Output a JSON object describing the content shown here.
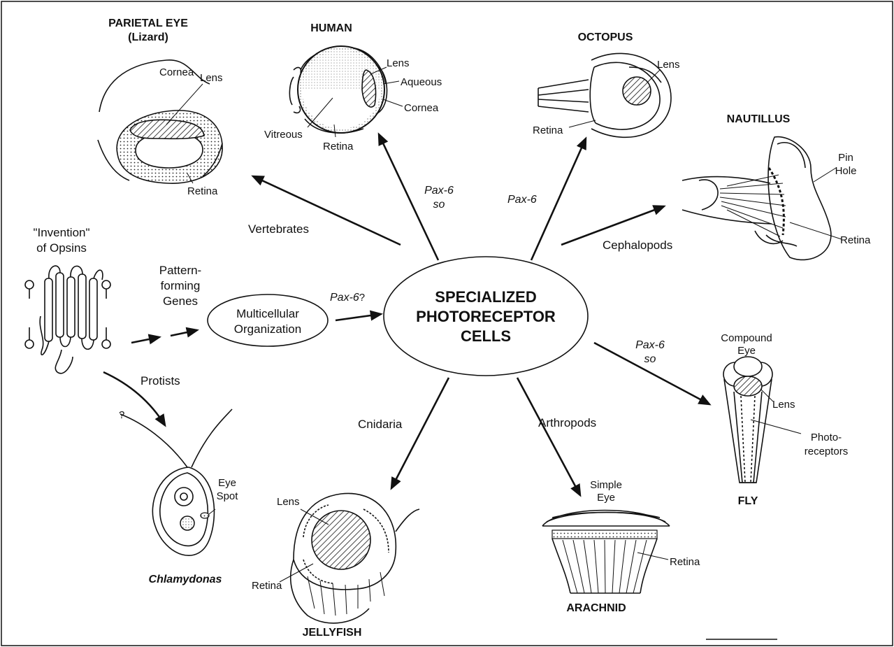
{
  "center": {
    "line1": "SPECIALIZED",
    "line2": "PHOTORECEPTOR",
    "line3": "CELLS"
  },
  "opsins": {
    "line1": "\"Invention\"",
    "line2": "of Opsins"
  },
  "patterning": {
    "line1": "Pattern-",
    "line2": "forming",
    "line3": "Genes"
  },
  "multicellular": {
    "line1": "Multicellular",
    "line2": "Organization"
  },
  "pax6_q": {
    "main": "Pax-6",
    "suffix": "?"
  },
  "protists": {
    "label": "Protists",
    "question": "?"
  },
  "chlamydomonas": {
    "name": "Chlamydonas",
    "eyespot1": "Eye",
    "eyespot2": "Spot"
  },
  "parietal": {
    "title1": "PARIETAL EYE",
    "title2": "(Lizard)",
    "cornea": "Cornea",
    "lens": "Lens",
    "retina": "Retina"
  },
  "human": {
    "title": "HUMAN",
    "lens": "Lens",
    "aqueous": "Aqueous",
    "cornea": "Cornea",
    "vitreous": "Vitreous",
    "retina": "Retina"
  },
  "octopus": {
    "title": "OCTOPUS",
    "lens": "Lens",
    "retina": "Retina"
  },
  "nautilus": {
    "title": "NAUTILLUS",
    "pin1": "Pin",
    "pin2": "Hole",
    "retina": "Retina"
  },
  "fly": {
    "title": "FLY",
    "compound1": "Compound",
    "compound2": "Eye",
    "lens": "Lens",
    "photo1": "Photo-",
    "photo2": "receptors"
  },
  "arachnid": {
    "title": "ARACHNID",
    "simple1": "Simple",
    "simple2": "Eye",
    "retina": "Retina"
  },
  "jellyfish": {
    "title": "JELLYFISH",
    "lens": "Lens",
    "retina": "Retina"
  },
  "arrows": {
    "vertebrates": "Vertebrates",
    "cephalopods": "Cephalopods",
    "cnidaria": "Cnidaria",
    "arthropods": "Arthropods",
    "pax6_human_1": "Pax-6",
    "pax6_human_2": "so",
    "pax6_octopus": "Pax-6",
    "pax6_fly_1": "Pax-6",
    "pax6_fly_2": "so"
  }
}
